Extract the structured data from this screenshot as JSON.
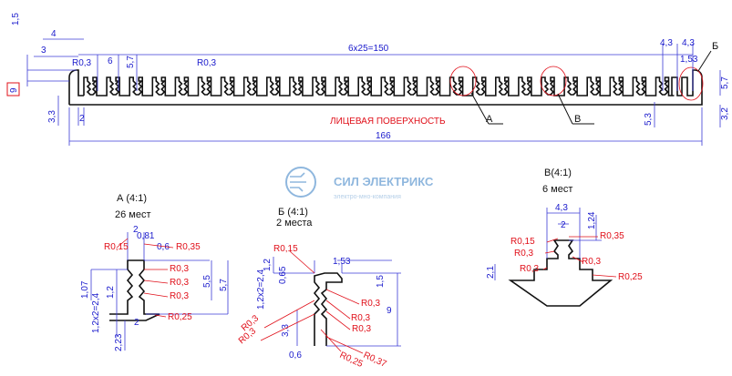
{
  "main_view": {
    "dims": {
      "pitch_total": "6x25=150",
      "overall_length": "166",
      "left_offset": "4",
      "left_offset2": "3",
      "top_offset": "1,5",
      "fin_radius_a": "R0,3",
      "fin_radius_b": "R0,3",
      "pitch_small": "6",
      "fin_height": "5,7",
      "right_gap_a": "4,3",
      "right_gap_b": "4,3",
      "right_edge": "1,53",
      "right_height": "5,7",
      "base_left": "3,3",
      "base_right": "3,2",
      "slot_width": "2",
      "height_box": "9",
      "right_step": "5,3"
    },
    "face_label": "ЛИЦЕВАЯ ПОВЕРХНОСТЬ",
    "callouts": {
      "a": "А",
      "b": "В",
      "c": "Б"
    }
  },
  "detail_a": {
    "title": "А (4:1)",
    "count": "26 мест",
    "dims": [
      "2",
      "0,81",
      "0,6",
      "R0,15",
      "R0,35",
      "R0,3",
      "R0,3",
      "R0,3",
      "R0,25",
      "5,5",
      "5,7",
      "1,07",
      "1,2",
      "1,2x2=2,4",
      "2",
      "2,23"
    ]
  },
  "detail_b": {
    "title": "Б (4:1)",
    "count": "2 места",
    "dims": [
      "R0,15",
      "1,53",
      "1,2",
      "0,65",
      "1,2x2=2,4",
      "1,5",
      "9",
      "R0,3",
      "R0,3",
      "R0,3",
      "R0,3",
      "R0,3",
      "R0,25",
      "R0,37",
      "3,3",
      "0,6"
    ]
  },
  "detail_v": {
    "title": "В(4:1)",
    "count": "6 мест",
    "dims": [
      "4,3",
      "2",
      "1,24",
      "R0,15",
      "R0,35",
      "R0,3",
      "R0,3",
      "R0,3",
      "R0,25",
      "2,1"
    ]
  },
  "logo": {
    "name": "СИЛ ЭЛЕКТРИКС",
    "tagline": "электро-мно-компания",
    "colors": {
      "main": "#8fb7de"
    }
  },
  "colors": {
    "dimension": "#1a1acc",
    "radius": "#e0101a",
    "outline": "#111111"
  }
}
